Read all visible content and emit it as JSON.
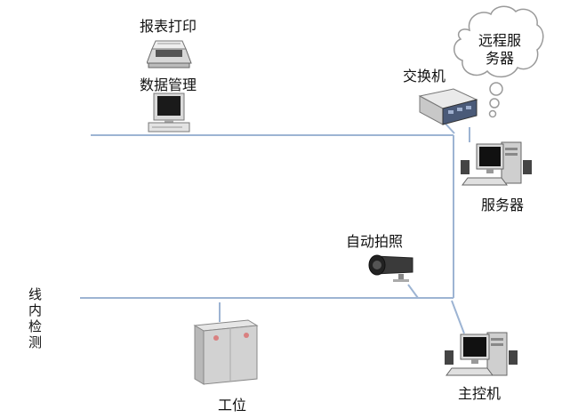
{
  "labels": {
    "report_print": "报表打印",
    "data_mgmt": "数据管理",
    "switch": "交换机",
    "remote_server": "远程服务器",
    "server": "服务器",
    "auto_capture": "自动拍照",
    "inline_inspection": "线内检测",
    "workstation": "工位",
    "host": "主控机"
  },
  "icons": {
    "printer": "printer-icon",
    "monitor": "desktop-monitor-icon",
    "switch": "network-switch-icon",
    "cloud": "cloud-icon",
    "server": "server-computer-icon",
    "camera": "cctv-camera-icon",
    "cabinet": "electrical-cabinet-icon",
    "host": "host-computer-icon"
  },
  "colors": {
    "line": "#9db4d3",
    "cabinet_indicator": "#d98080"
  }
}
